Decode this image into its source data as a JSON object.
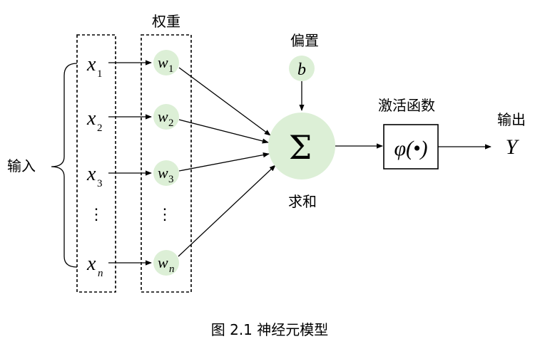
{
  "labels": {
    "weights": "权重",
    "bias": "偏置",
    "inputs": "输入",
    "activation": "激活函数",
    "output": "输出",
    "sum": "求和",
    "caption": "图 2.1 神经元模型"
  },
  "symbols": {
    "x": "x",
    "w": "w",
    "b": "b",
    "sigma": "Σ",
    "phi": "φ(•)",
    "Y": "Y",
    "subs": [
      "1",
      "2",
      "3",
      "n"
    ],
    "dots": "⋮"
  },
  "colors": {
    "node_fill": "#dcefd6",
    "line": "#000000"
  }
}
